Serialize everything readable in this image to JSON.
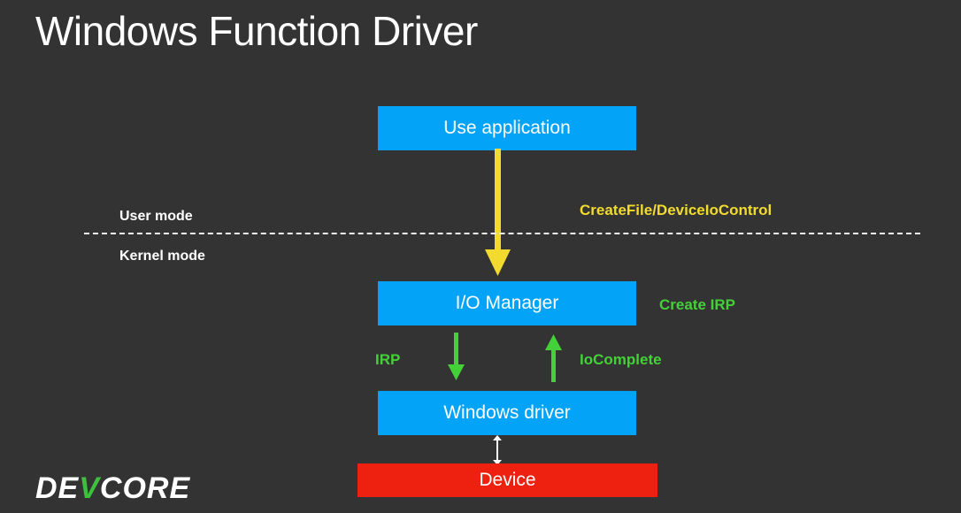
{
  "slide": {
    "title": "Windows Function Driver",
    "background_color": "#333333"
  },
  "colors": {
    "blue": "#03A3F7",
    "red": "#EE2111",
    "yellow": "#F2DB2E",
    "green": "#44D138",
    "white": "#FFFFFF",
    "logo_green": "#3FBF3F"
  },
  "diagram": {
    "boxes": [
      {
        "id": "use-application",
        "label": "Use application",
        "color": "#03A3F7"
      },
      {
        "id": "io-manager",
        "label": "I/O Manager",
        "color": "#03A3F7"
      },
      {
        "id": "windows-driver",
        "label": "Windows driver",
        "color": "#03A3F7"
      },
      {
        "id": "device",
        "label": "Device",
        "color": "#EE2111"
      }
    ],
    "mode_labels": {
      "user": "User mode",
      "kernel": "Kernel mode"
    },
    "annotations": [
      {
        "id": "createfile",
        "label": "CreateFile/DeviceIoControl",
        "color": "#F2DB2E"
      },
      {
        "id": "create-irp",
        "label": "Create IRP",
        "color": "#44D138"
      },
      {
        "id": "irp",
        "label": "IRP",
        "color": "#44D138"
      },
      {
        "id": "iocomplete",
        "label": "IoComplete",
        "color": "#44D138"
      }
    ],
    "arrows": [
      {
        "id": "yellow-down",
        "direction": "down",
        "color": "#F2DB2E",
        "from": "use-application",
        "to": "io-manager"
      },
      {
        "id": "green-down",
        "direction": "down",
        "color": "#44D138",
        "from": "io-manager",
        "to": "windows-driver"
      },
      {
        "id": "green-up",
        "direction": "up",
        "color": "#44D138",
        "from": "windows-driver",
        "to": "io-manager"
      },
      {
        "id": "white-both",
        "direction": "both",
        "color": "#FFFFFF",
        "from": "windows-driver",
        "to": "device"
      }
    ]
  },
  "logo": {
    "part1": "DE",
    "accent": "V",
    "part2": "CORE"
  }
}
